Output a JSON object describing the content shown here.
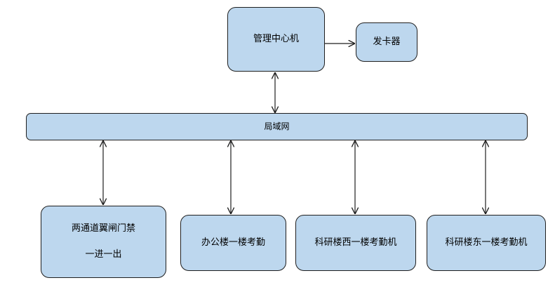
{
  "nodes": {
    "mgmt": {
      "label": "管理中心机"
    },
    "card_issuer": {
      "label": "发卡器"
    },
    "lan": {
      "label": "局域网"
    },
    "gate": {
      "line1": "两通道翼闸门禁",
      "line2": "一进一出"
    },
    "office": {
      "label": "办公楼一楼考勤"
    },
    "lab_west": {
      "label": "科研楼西一楼考勤机"
    },
    "lab_east": {
      "label": "科研楼东一楼考勤机"
    }
  },
  "edges": [
    {
      "from": "mgmt",
      "to": "card_issuer",
      "direction": "one-way"
    },
    {
      "from": "mgmt",
      "to": "lan",
      "direction": "two-way"
    },
    {
      "from": "lan",
      "to": "gate",
      "direction": "two-way"
    },
    {
      "from": "lan",
      "to": "office",
      "direction": "two-way"
    },
    {
      "from": "lan",
      "to": "lab_west",
      "direction": "two-way"
    },
    {
      "from": "lan",
      "to": "lab_east",
      "direction": "two-way"
    }
  ],
  "colors": {
    "node_fill": "#bdd7ee",
    "stroke": "#1f1f1f"
  }
}
